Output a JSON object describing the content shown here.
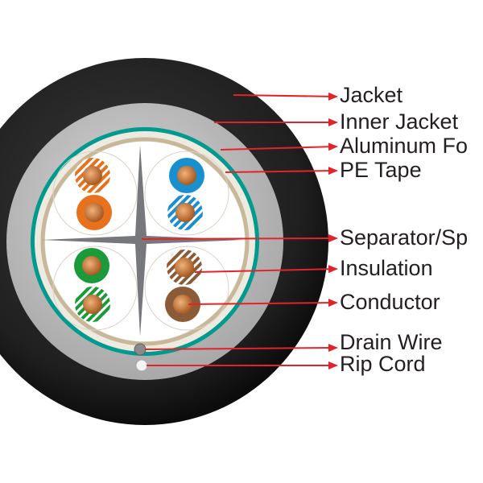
{
  "labels": {
    "jacket": "Jacket",
    "inner_jacket": "Inner Jacket",
    "aluminum_foil": "Aluminum Fo",
    "pe_tape": "PE Tape",
    "separator": "Separator/Sp",
    "insulation": "Insulation",
    "conductor": "Conductor",
    "drain_wire": "Drain Wire",
    "rip_cord": "Rip Cord"
  },
  "colors": {
    "jacket": "#1f1f1f",
    "inner_jacket": "#b8b8b8",
    "aluminum_foil": "#009a8e",
    "pe_tape": "#efeae0",
    "pair_binder": "#c7b89a",
    "separator": "#77787b",
    "callout_line": "#e3232a",
    "orange": "#e8711c",
    "blue": "#1a8fd0",
    "green": "#1b9a3a",
    "brown": "#8b5a36",
    "copper": "#c0733a"
  },
  "pairs": [
    {
      "name": "orange-pair",
      "solid": "orange"
    },
    {
      "name": "blue-pair",
      "solid": "blue"
    },
    {
      "name": "green-pair",
      "solid": "green"
    },
    {
      "name": "brown-pair",
      "solid": "brown"
    }
  ]
}
